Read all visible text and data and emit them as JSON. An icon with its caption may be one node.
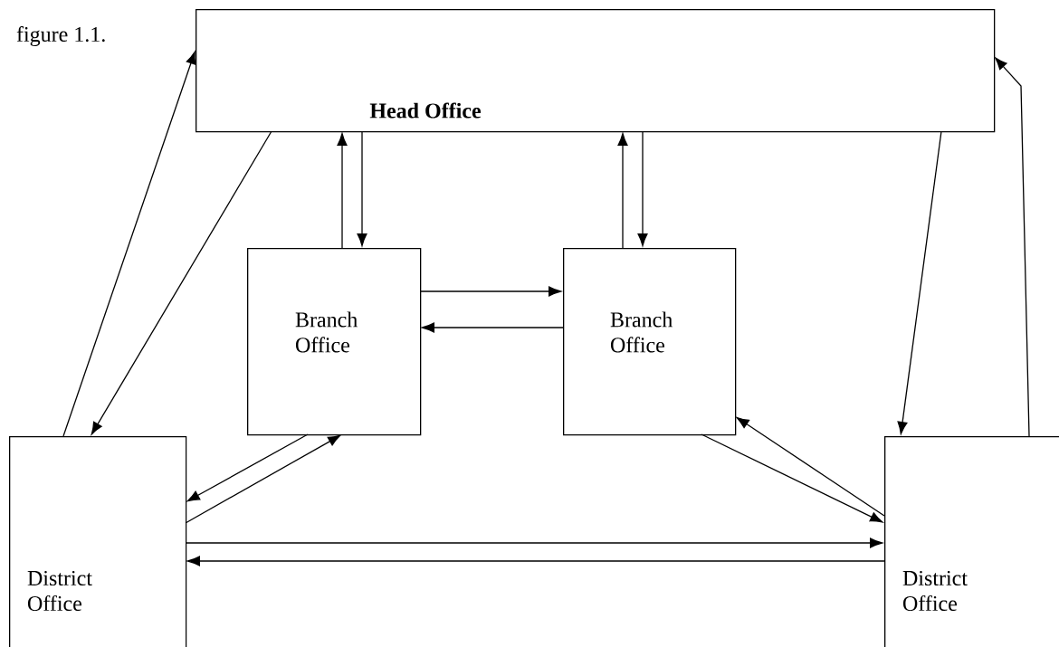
{
  "diagram": {
    "nodes": [
      {
        "text": [
          "Head Office"
        ]
      },
      {
        "text": [
          "Branch Office"
        ]
      },
      {
        "text": [
          "Branch Office"
        ]
      },
      {
        "text": [
          "District Office"
        ]
      },
      {
        "text": [
          "District Office"
        ]
      }
    ],
    "edges": [
      {
        "from": 3,
        "to": 0,
        "arrow": "to"
      },
      {
        "from": 0,
        "to": 3,
        "arrow": "to"
      },
      {
        "from": 1,
        "to": 0,
        "arrow": "to"
      },
      {
        "from": 0,
        "to": 1,
        "arrow": "to"
      },
      {
        "from": 2,
        "to": 0,
        "arrow": "to"
      },
      {
        "from": 0,
        "to": 2,
        "arrow": "to"
      },
      {
        "from": 1,
        "to": 2,
        "arrow": "to"
      },
      {
        "from": 2,
        "to": 1,
        "arrow": "to"
      },
      {
        "from": 1,
        "to": 3,
        "arrow": "to"
      },
      {
        "from": 3,
        "to": 1,
        "arrow": "to"
      },
      {
        "from": 2,
        "to": 4,
        "arrow": "to"
      },
      {
        "from": 4,
        "to": 2,
        "arrow": "to"
      },
      {
        "from": 3,
        "to": 4,
        "arrow": "to"
      },
      {
        "from": 4,
        "to": 3,
        "arrow": "to"
      },
      {
        "from": 0,
        "to": 4,
        "arrow": "to"
      },
      {
        "from": 4,
        "to": 0,
        "arrow": "to"
      }
    ],
    "labels": [
      "figure 1.1."
    ]
  }
}
